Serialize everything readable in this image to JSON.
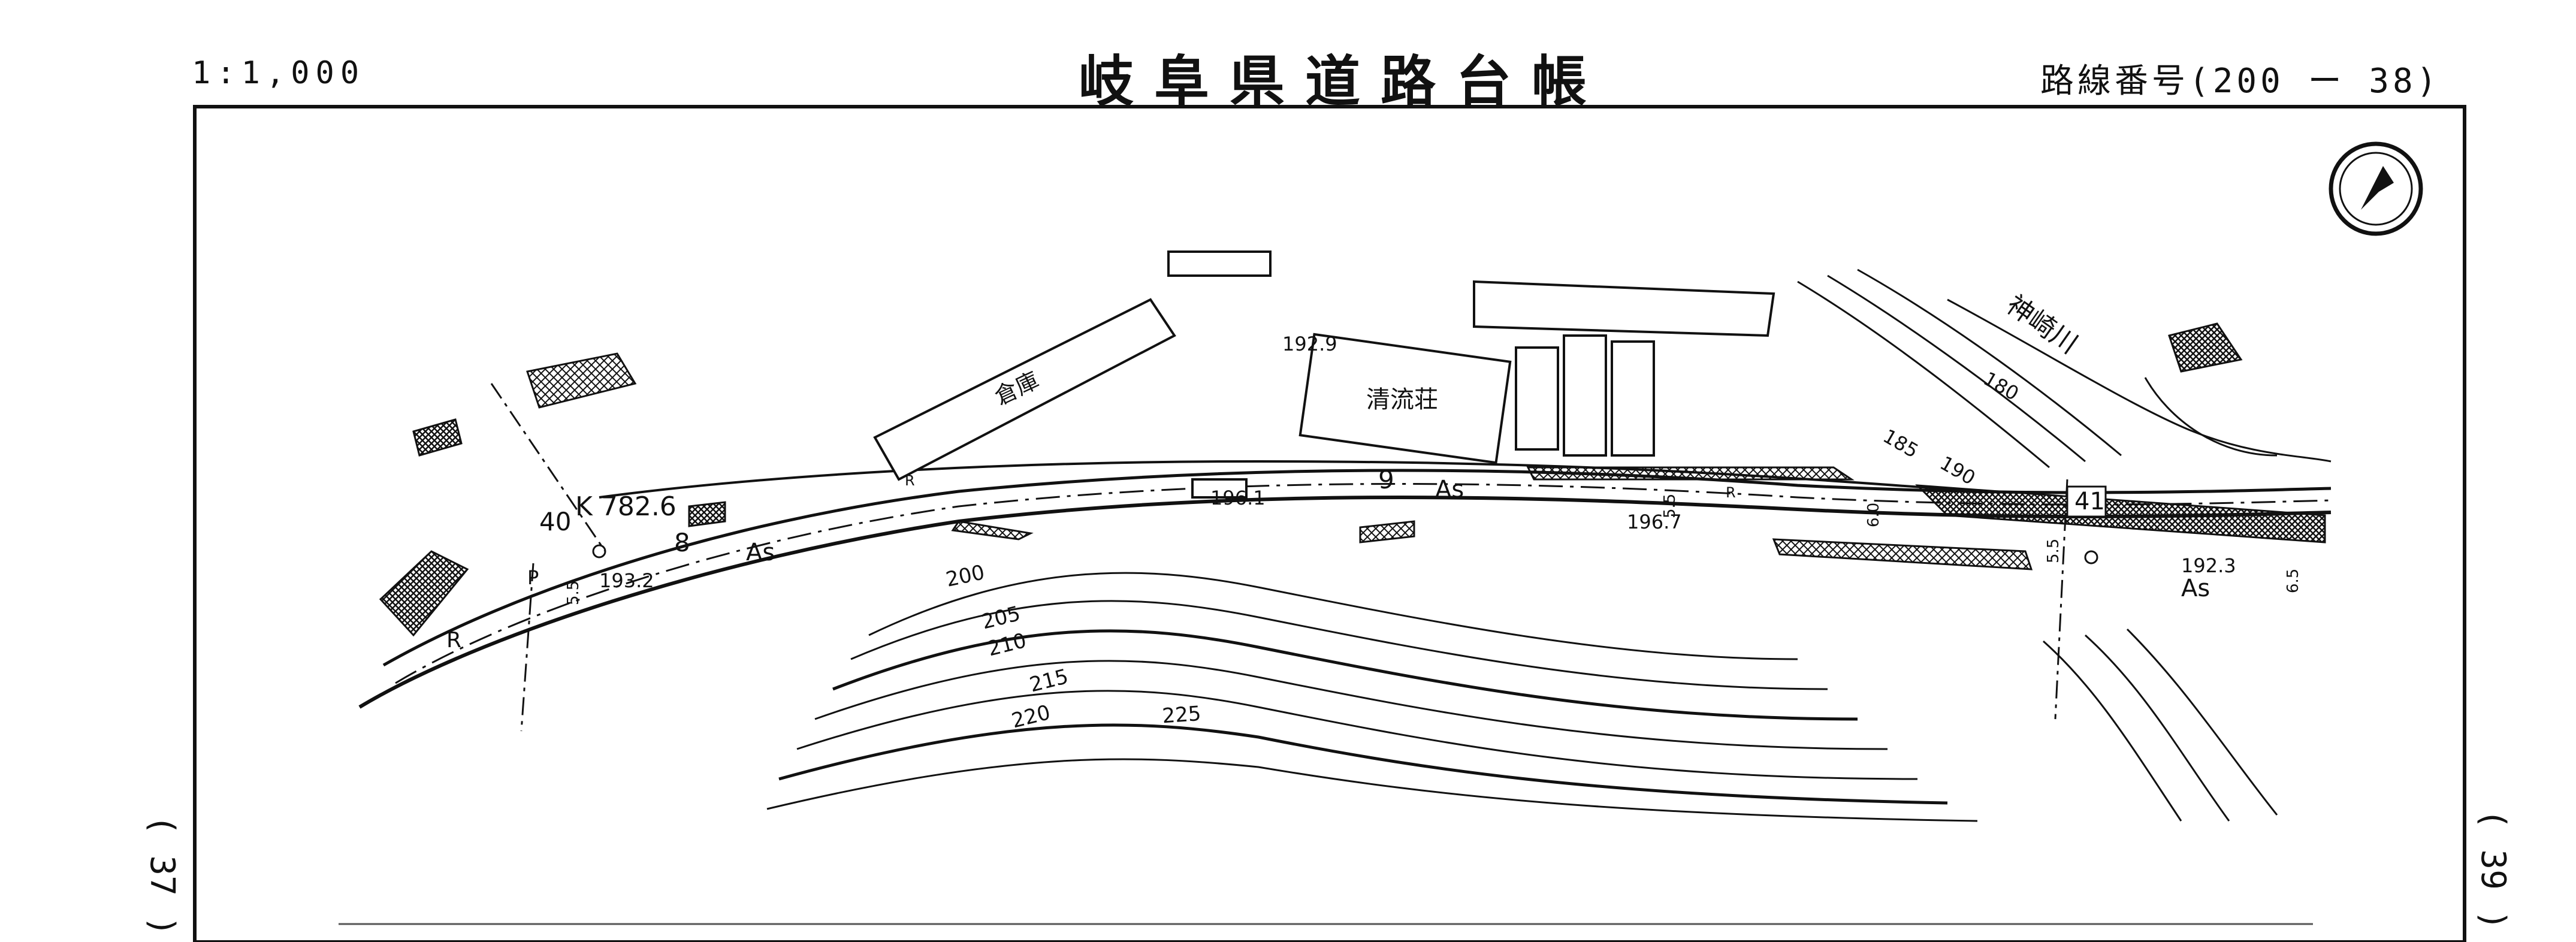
{
  "header": {
    "scale": "1:1,000",
    "title": "岐阜県道路台帳",
    "route_label": "路線番号",
    "route_number": "(200 ー 38)"
  },
  "map": {
    "stations": {
      "km": "K 782.6",
      "s40": "40",
      "s8": "8",
      "s9": "9",
      "s41": "41"
    },
    "buildings": {
      "warehouse": "倉庫",
      "inn": "清流荘"
    },
    "river": "神崎川",
    "surfaces": {
      "a": "As",
      "b": "As",
      "c": "As"
    },
    "elevations": {
      "e1929": "192.9",
      "e1961": "196.1",
      "e1967": "196.7",
      "e1932": "193.2",
      "e1923": "192.3"
    },
    "contours": [
      "200",
      "205",
      "210",
      "215",
      "220",
      "225"
    ],
    "river_contours": [
      "180",
      "185",
      "190"
    ],
    "widths": {
      "w1": "5.5",
      "w2": "5.5",
      "w3": "6.0",
      "w4": "5.5",
      "w5": "6.5"
    },
    "markers": {
      "r": "R",
      "p": "P"
    }
  },
  "margin": {
    "left_ref": "( 37 )",
    "right_ref": "( 39 )"
  },
  "colors": {
    "ink": "#111111",
    "paper": "#ffffff"
  },
  "icons": [
    "north-arrow-icon",
    "benchmark-icon"
  ]
}
